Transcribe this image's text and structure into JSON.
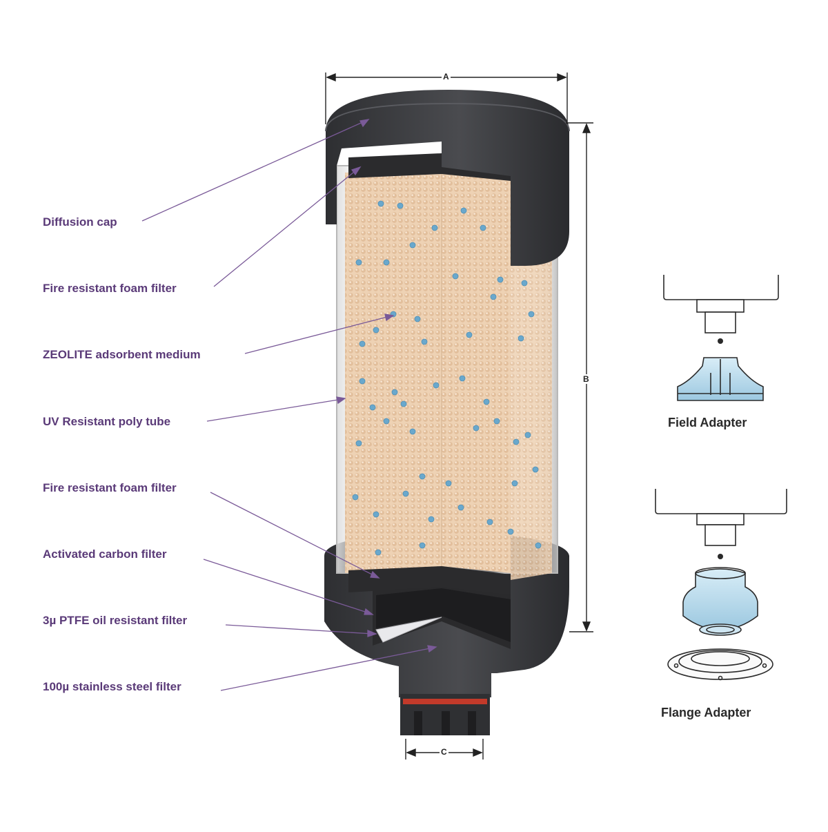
{
  "parts": [
    {
      "id": "diffusion-cap",
      "label": "Diffusion cap"
    },
    {
      "id": "top-foam-filter",
      "label": "Fire resistant foam filter"
    },
    {
      "id": "zeolite-medium",
      "label": "ZEOLITE adsorbent medium"
    },
    {
      "id": "poly-tube",
      "label": "UV Resistant poly tube"
    },
    {
      "id": "bottom-foam-filter",
      "label": "Fire resistant foam filter"
    },
    {
      "id": "carbon-filter",
      "label": "Activated carbon filter"
    },
    {
      "id": "ptfe-filter",
      "label": "3µ PTFE oil resistant filter"
    },
    {
      "id": "steel-filter",
      "label": "100µ stainless steel filter"
    }
  ],
  "dimensions": {
    "a": "A",
    "b": "B",
    "c": "C"
  },
  "adapters": [
    {
      "id": "field-adapter",
      "label": "Field Adapter"
    },
    {
      "id": "flange-adapter",
      "label": "Flange Adapter"
    }
  ],
  "colors": {
    "label_text": "#5a3a78",
    "leader_line": "#7a5a98",
    "housing": "#3c3d40",
    "foam": "#2b2b2d",
    "zeolite": "#e8c8a8",
    "blue_beads": "#6aa8cc",
    "adapter_blue": "#bcdcec",
    "seal_red": "#c23a2a"
  }
}
